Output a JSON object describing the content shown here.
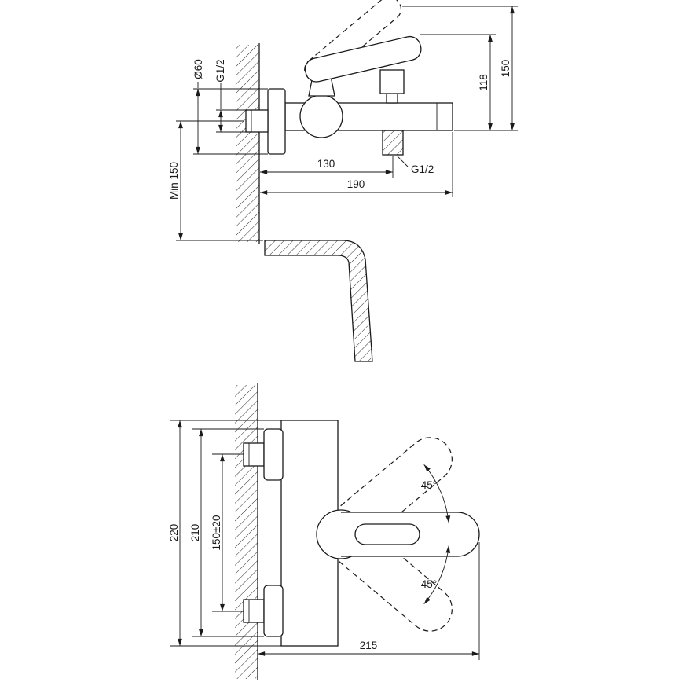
{
  "colors": {
    "line": "#1a1a1a",
    "background": "#ffffff"
  },
  "side_view": {
    "labels": {
      "escutcheon_diameter": "Ø60",
      "inlet_thread": "G1/2",
      "min_wall_height": "Min 150",
      "outlet_offset": "130",
      "outlet_thread": "G1/2",
      "overall_projection": "190",
      "body_height": "118",
      "overall_height": "150"
    }
  },
  "front_view": {
    "labels": {
      "overall_width": "220",
      "body_width": "210",
      "inlet_spacing": "150±20",
      "handle_swing_upper": "45°",
      "handle_swing_lower": "45°",
      "overall_depth": "215"
    }
  }
}
